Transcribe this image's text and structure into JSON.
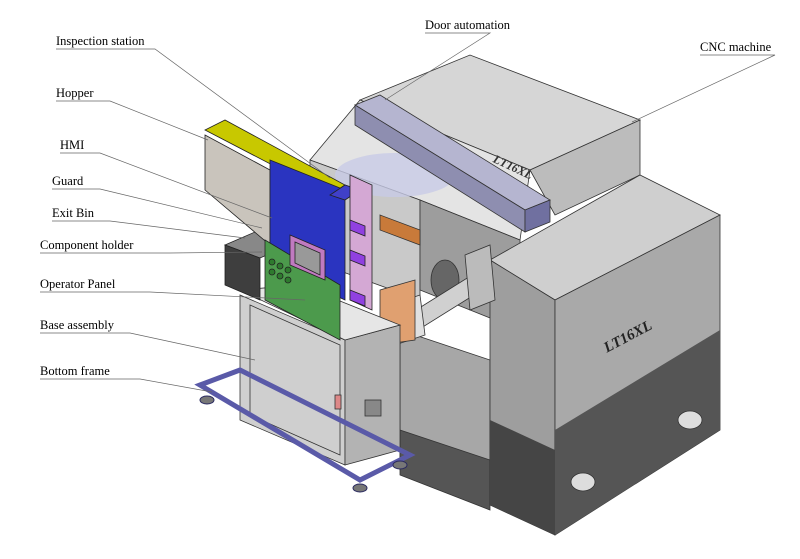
{
  "labels": {
    "door_automation": "Door automation",
    "cnc_machine": "CNC machine",
    "inspection_station": "Inspection station",
    "hopper": "Hopper",
    "hmi": "HMI",
    "guard": "Guard",
    "exit_bin": "Exit Bin",
    "component_holder": "Component holder",
    "operator_panel": "Operator Panel",
    "base_assembly": "Base assembly",
    "bottom_frame": "Bottom frame"
  },
  "machine_badge": "LT16XL",
  "colors": {
    "machine_grey": "#a9a9a9",
    "machine_dark": "#5a5a5a",
    "hopper_blue": "#1f2fb0",
    "panel_green": "#4c9a4c",
    "purple": "#8a2be2",
    "frame_blue": "#5a5aa8"
  }
}
